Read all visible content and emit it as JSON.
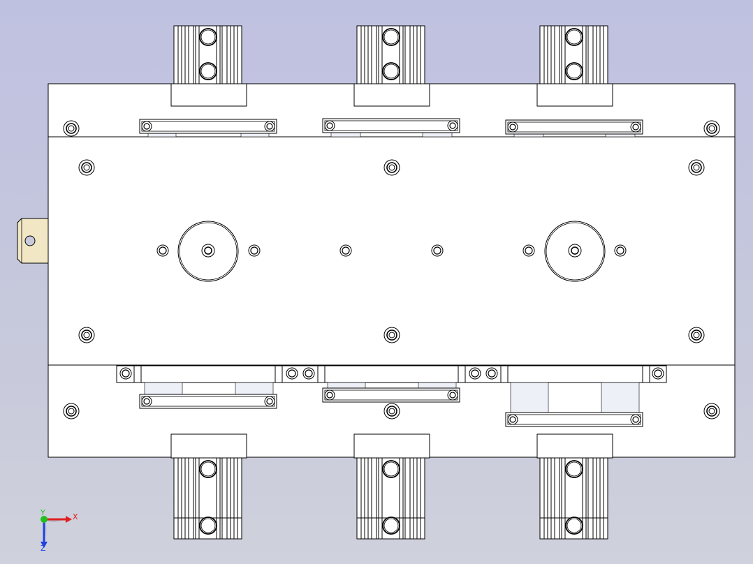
{
  "app": {
    "view": "Top",
    "background_top": "#bfc1e1",
    "background_bottom": "#cfd1dc",
    "part_fill": "#ffffff",
    "edge_color": "#000000",
    "tab_fill": "#f2e7c4"
  },
  "drawing": {
    "cylinder_count": 6,
    "linkage_bars": 6,
    "large_rotors": 2,
    "mount_tab": "left-tab",
    "icons": [
      "triad-icon",
      "bolt-icon",
      "rotor-icon",
      "cylinder-icon"
    ]
  },
  "triad": {
    "x_label": "X",
    "y_label": "Y",
    "z_label": "Z",
    "x_color": "#e02020",
    "y_color": "#20c020",
    "z_color": "#2040e0"
  }
}
